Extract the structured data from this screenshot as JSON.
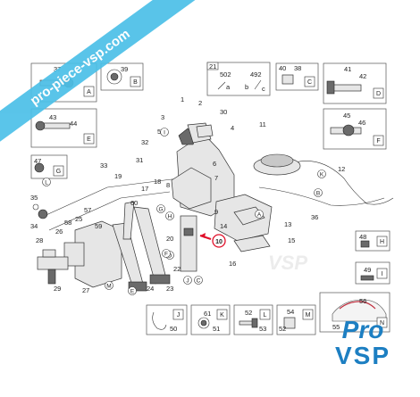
{
  "watermark": {
    "banner": "pro-piece-vsp.com",
    "background": "VSP"
  },
  "logo": {
    "line1": "Pro",
    "line2": "VSP",
    "color": "#1d7fc2"
  },
  "accent": {
    "banner_color": "#4cc0e8",
    "highlight_color": "#e0102a"
  },
  "highlighted_part": "10",
  "detail_boxes": [
    {
      "letter": "A",
      "parts": [
        "37",
        "38"
      ]
    },
    {
      "letter": "B",
      "parts": [
        "39"
      ]
    },
    {
      "letter": "C",
      "parts": [
        "40",
        "38"
      ]
    },
    {
      "letter": "D",
      "parts": [
        "41",
        "42"
      ]
    },
    {
      "letter": "E",
      "parts": [
        "43",
        "44"
      ]
    },
    {
      "letter": "F",
      "parts": [
        "45",
        "46"
      ]
    },
    {
      "letter": "G",
      "parts": [
        "47"
      ]
    },
    {
      "letter": "H",
      "parts": [
        "48"
      ]
    },
    {
      "letter": "I",
      "parts": [
        "49"
      ]
    },
    {
      "letter": "J",
      "parts": [
        "50"
      ]
    },
    {
      "letter": "K",
      "parts": [
        "61",
        "51"
      ]
    },
    {
      "letter": "L",
      "parts": [
        "52",
        "53"
      ]
    },
    {
      "letter": "M",
      "parts": [
        "54",
        "52"
      ]
    },
    {
      "letter": "N",
      "parts": [
        "56",
        "55"
      ]
    }
  ],
  "detail_21": {
    "number": "21",
    "values": [
      "502",
      "492"
    ],
    "letters": [
      "a",
      "b",
      "c"
    ]
  },
  "callouts": {
    "numbers": [
      "1",
      "2",
      "3",
      "4",
      "5",
      "6",
      "7",
      "8",
      "9",
      "10",
      "11",
      "12",
      "13",
      "14",
      "15",
      "16",
      "17",
      "18",
      "19",
      "20",
      "22",
      "23",
      "24",
      "25",
      "26",
      "27",
      "28",
      "29",
      "30",
      "31",
      "32",
      "33",
      "34",
      "35",
      "36",
      "57",
      "58",
      "59",
      "60"
    ],
    "circle_letters": [
      "I",
      "L",
      "K",
      "J",
      "C",
      "D",
      "E",
      "F",
      "G",
      "H",
      "M",
      "A",
      "B"
    ]
  }
}
